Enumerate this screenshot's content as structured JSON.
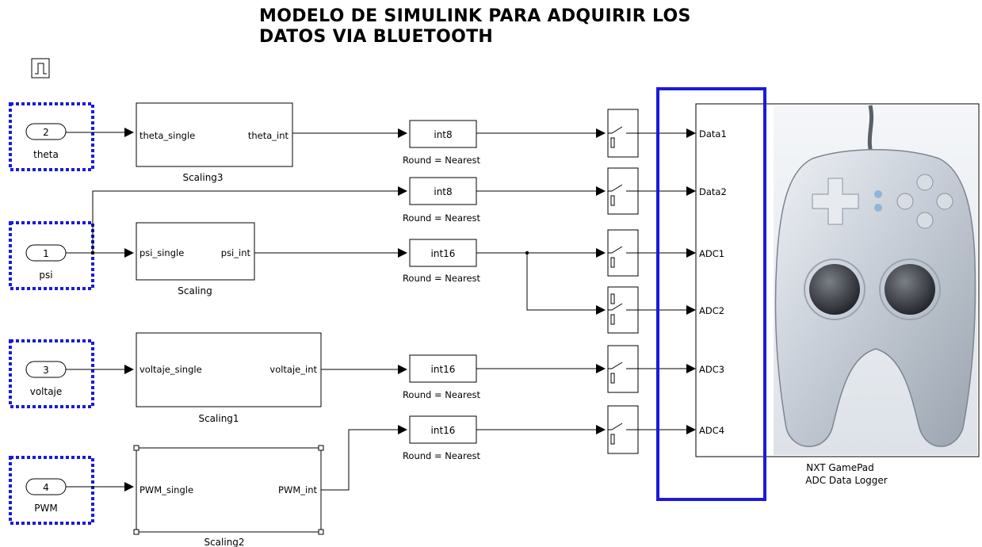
{
  "title_line1": "MODELO DE SIMULINK PARA ADQUIRIR LOS",
  "title_line2": "DATOS VIA BLUETOOTH",
  "inports": [
    {
      "num": "2",
      "name": "theta"
    },
    {
      "num": "1",
      "name": "psi"
    },
    {
      "num": "3",
      "name": "voltaje"
    },
    {
      "num": "4",
      "name": "PWM"
    }
  ],
  "scaling_blocks": [
    {
      "in": "theta_single",
      "out": "theta_int",
      "name": "Scaling3"
    },
    {
      "in": "psi_single",
      "out": "psi_int",
      "name": "Scaling"
    },
    {
      "in": "voltaje_single",
      "out": "voltaje_int",
      "name": "Scaling1"
    },
    {
      "in": "PWM_single",
      "out": "PWM_int",
      "name": "Scaling2"
    }
  ],
  "conversion_blocks": [
    {
      "type": "int8",
      "note": "Round = Nearest"
    },
    {
      "type": "int8",
      "note": "Round = Nearest"
    },
    {
      "type": "int16",
      "note": "Round = Nearest"
    },
    {
      "type": "int16",
      "note": "Round = Nearest"
    },
    {
      "type": "int16",
      "note": "Round = Nearest"
    }
  ],
  "logger_ports": [
    "Data1",
    "Data2",
    "ADC1",
    "ADC2",
    "ADC3",
    "ADC4"
  ],
  "logger_name_line1": "NXT GamePad",
  "logger_name_line2": "ADC Data Logger",
  "colors": {
    "highlight": "#1a1adc",
    "lines": "#000000",
    "gamepad": "#c9d0da"
  },
  "icons": [
    "pulse-generator-icon",
    "switch-icon",
    "gamepad-icon"
  ]
}
